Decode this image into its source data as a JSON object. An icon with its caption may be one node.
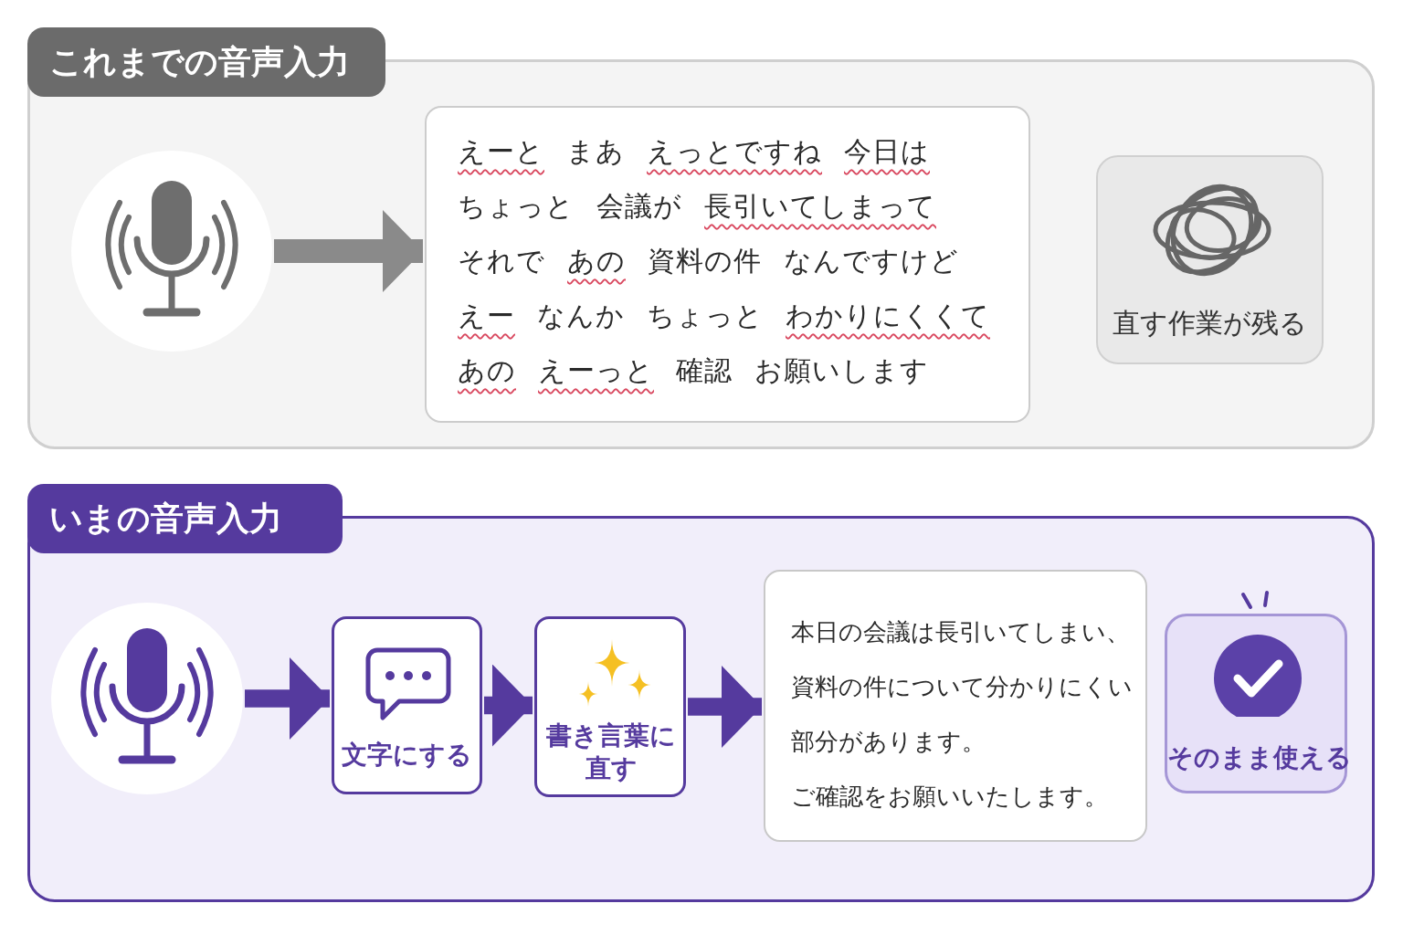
{
  "diagram": {
    "nodes": [
      {
        "text": [
          "これまでの音声入力"
        ]
      },
      {
        "text": [],
        "shape": "circle",
        "in": 0
      },
      {
        "text": [
          "えーと まあ えっとですね 今日は",
          "ちょっと 会議が 長引いてしまって",
          "それで あの 資料の件 なんですけど",
          "えー なんか ちょっと わかりにくくて",
          "あの えーっと 確認 お願いします"
        ],
        "in": 0
      },
      {
        "text": [
          "直す作業が残る"
        ],
        "in": 0
      },
      {
        "text": [
          "いまの音声入力"
        ]
      },
      {
        "text": [],
        "shape": "circle",
        "in": 4
      },
      {
        "text": [
          "文字にする"
        ],
        "in": 4
      },
      {
        "text": [
          "書き言葉に直す"
        ],
        "in": 4
      },
      {
        "text": [
          "本日の会議は長引いてしまい、資料の件について分かりにくい部分があります。",
          "ご確認をお願いいたします。"
        ],
        "in": 4
      },
      {
        "text": [
          "そのまま使える"
        ],
        "in": 4
      }
    ],
    "edges": [
      {
        "from": 1,
        "to": 2,
        "arrow": "to",
        "color": "#8a8a8a"
      },
      {
        "from": 5,
        "to": 6,
        "arrow": "to"
      },
      {
        "from": 6,
        "to": 7,
        "arrow": "to"
      },
      {
        "from": 7,
        "to": 8,
        "arrow": "to"
      }
    ]
  }
}
